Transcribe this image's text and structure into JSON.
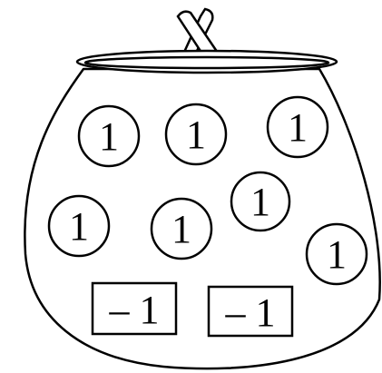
{
  "bag": {
    "stroke_color": "#000000",
    "fill_color": "#ffffff"
  },
  "coins": [
    {
      "label": "1"
    },
    {
      "label": "1"
    },
    {
      "label": "1"
    },
    {
      "label": "1"
    },
    {
      "label": "1"
    },
    {
      "label": "1"
    },
    {
      "label": "1"
    }
  ],
  "negative_tiles": [
    {
      "label": "– 1"
    },
    {
      "label": "– 1"
    }
  ]
}
